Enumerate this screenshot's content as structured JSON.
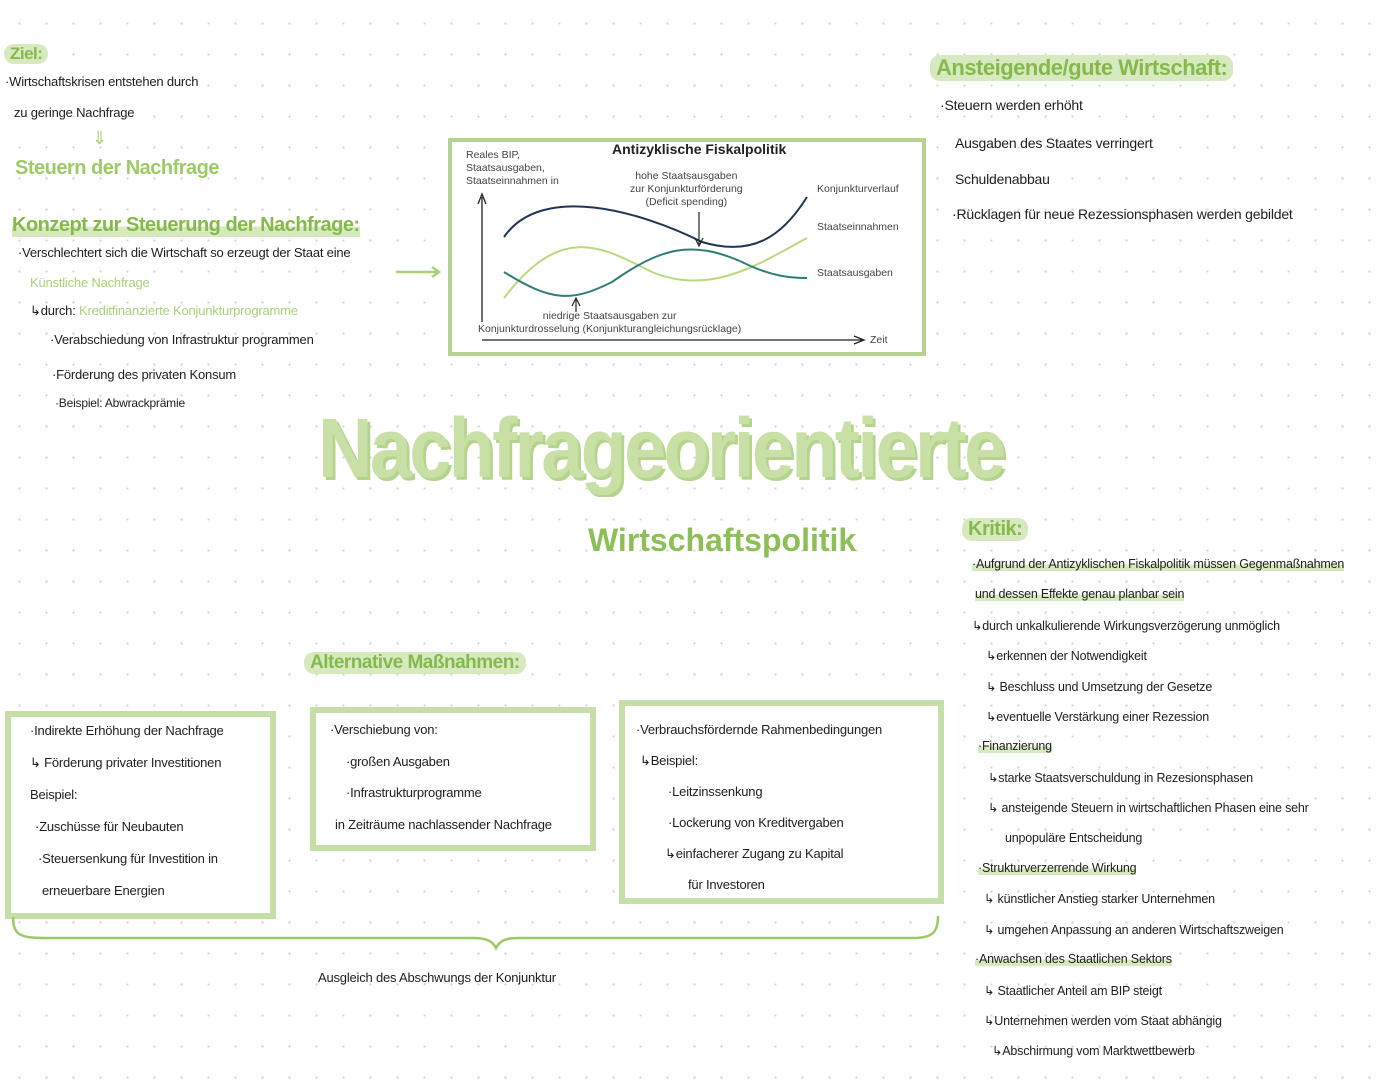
{
  "ziel": {
    "heading": "Ziel:",
    "line1": "·Wirtschaftskrisen entstehen durch",
    "line2": "zu geringe Nachfrage",
    "arrow": "⇓",
    "result": "Steuern der Nachfrage"
  },
  "konzept": {
    "heading": "Konzept zur Steuerung der Nachfrage:",
    "line1": "·Verschlechtert sich die Wirtschaft so erzeugt der Staat eine",
    "line2": "Künstliche Nachfrage",
    "line3_prefix": "↳durch: ",
    "line3_green": "Kreditfinanzierte Konjunkturprogramme",
    "items": [
      "·Verabschiedung von Infrastruktur programmen",
      "·Förderung des privaten Konsum",
      "·Beispiel: Abwrackprämie"
    ]
  },
  "figure": {
    "title": "Antizyklische Fiskalpolitik",
    "ylabel": [
      "Reales BIP,",
      "Staatsausgaben,",
      "Staatseinnahmen in"
    ],
    "xlabel": "Zeit",
    "annotation_high": [
      "hohe Staatsausgaben",
      "zur Konjunkturförderung",
      "(Deficit spending)"
    ],
    "annotation_low": [
      "niedrige Staatsausgaben zur",
      "Konjunkturdrosselung (Konjunkturangleichungsrücklage)"
    ],
    "series": [
      "Konjunkturverlauf",
      "Staatseinnahmen",
      "Staatsausgaben"
    ],
    "colors": {
      "Konjunkturverlauf": "#1f3556",
      "Staatseinnahmen": "#b9d97a",
      "Staatsausgaben": "#2f7f78"
    }
  },
  "gute": {
    "heading": "Ansteigende/gute Wirtschaft:",
    "items": [
      "·Steuern werden erhöht",
      "Ausgaben des Staates verringert",
      "Schuldenabbau",
      "·Rücklagen für neue Rezessionsphasen werden gebildet"
    ]
  },
  "title": {
    "main": "Nachfrageorientierte",
    "sub": "Wirtschaftspolitik"
  },
  "kritik": {
    "heading": "Kritik:",
    "lines": [
      "·Aufgrund der Antizyklischen Fiskalpolitik müssen Gegenmaßnahmen",
      "und dessen Effekte genau planbar sein",
      "↳durch unkalkulierende Wirkungsverzögerung unmöglich",
      "↳erkennen der Notwendigkeit",
      "↳ Beschluss und Umsetzung der Gesetze",
      "↳eventuelle Verstärkung einer Rezession",
      "·Finanzierung",
      "↳starke Staatsverschuldung in Rezesionsphasen",
      "↳ ansteigende Steuern in wirtschaftlichen Phasen eine sehr",
      "unpopuläre Entscheidung",
      "·Strukturverzerrende Wirkung",
      "↳ künstlicher Anstieg starker Unternehmen",
      "↳ umgehen Anpassung an anderen Wirtschaftszweigen",
      "·Anwachsen des Staatlichen Sektors",
      "↳ Staatlicher Anteil am BIP steigt",
      "↳Unternehmen werden vom Staat abhängig",
      "↳Abschirmung vom Marktwettbewerb"
    ]
  },
  "alternative": {
    "heading": "Alternative Maßnahmen:",
    "box1": [
      "·Indirekte Erhöhung der Nachfrage",
      "↳ Förderung privater Investitionen",
      "Beispiel:",
      "·Zuschüsse für Neubauten",
      "·Steuersenkung für Investition in",
      "erneuerbare Energien"
    ],
    "box2": [
      "·Verschiebung von:",
      "·großen Ausgaben",
      "·Infrastrukturprogramme",
      "in Zeiträume nachlassender Nachfrage"
    ],
    "box3": [
      "·Verbrauchsfördernde Rahmenbedingungen",
      "↳Beispiel:",
      "·Leitzinssenkung",
      "·Lockerung von Kreditvergaben",
      "↳einfacherer Zugang zu Kapital",
      "für Investoren"
    ],
    "summary": "Ausgleich des Abschwungs der Konjunktur"
  }
}
